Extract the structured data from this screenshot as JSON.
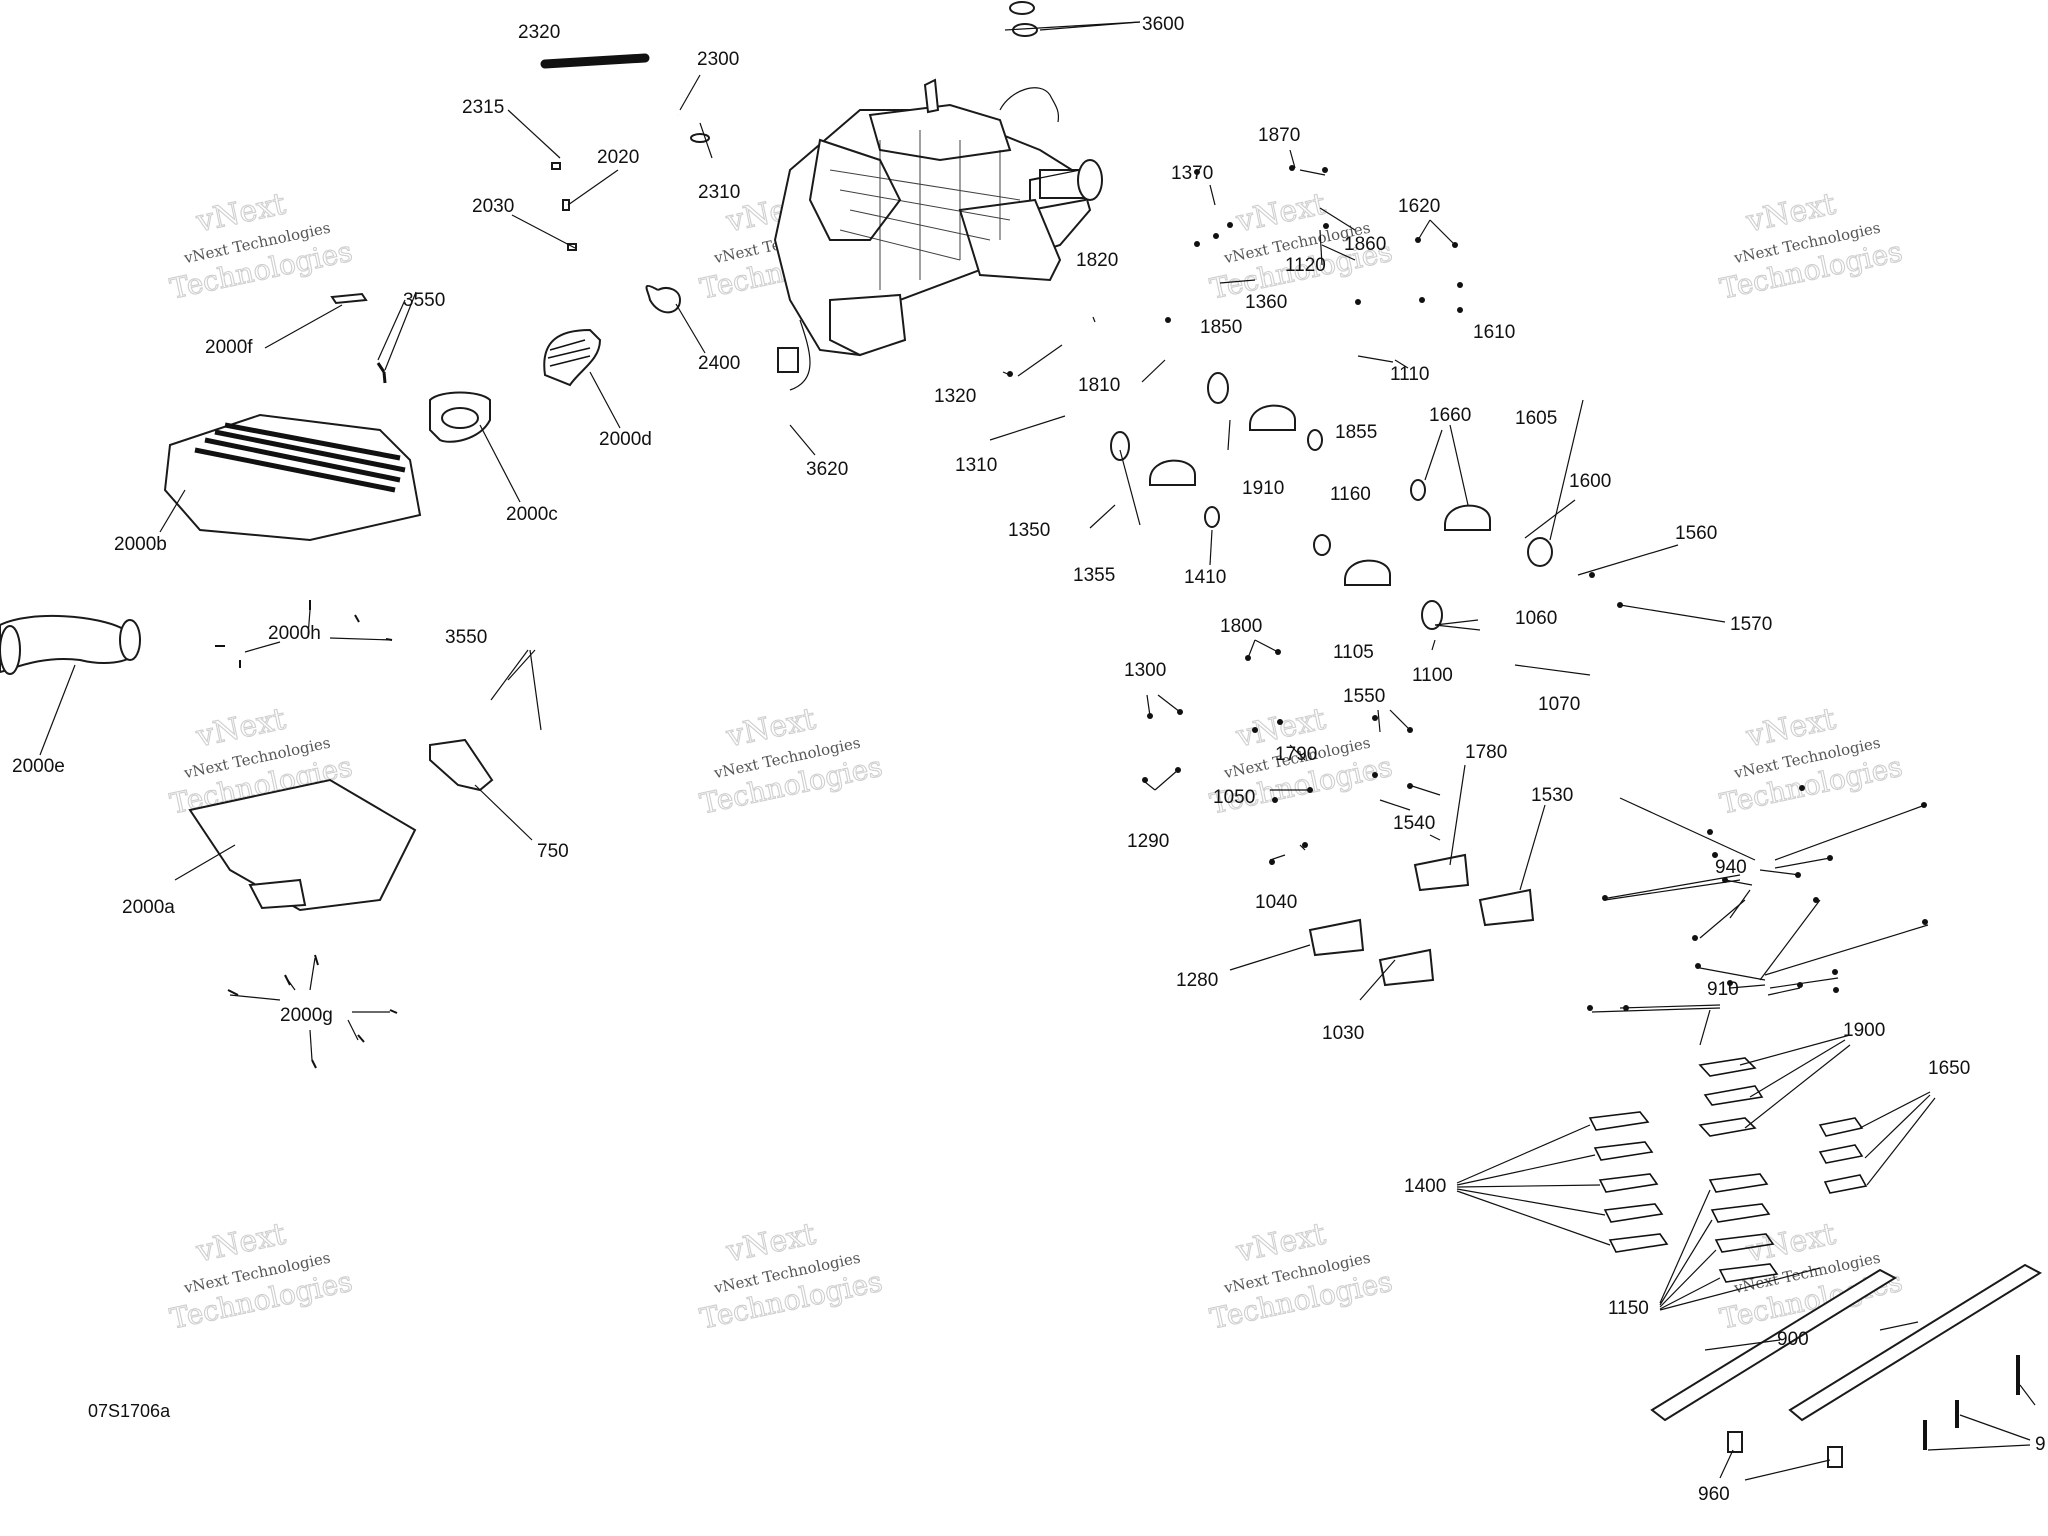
{
  "drawing_code": "07S1706a",
  "watermark": {
    "line1": "vNext Technologies",
    "line2": "Technologies",
    "line3": "vNext"
  },
  "labels": [
    "2320",
    "2300",
    "2315",
    "2310",
    "2020",
    "2030",
    "3600",
    "2400",
    "2000d",
    "2000f",
    "3550",
    "2000c",
    "2000b",
    "3620",
    "1320",
    "1310",
    "1810",
    "1820",
    "1370",
    "1870",
    "1860",
    "1360",
    "1120",
    "1620",
    "1610",
    "1110",
    "1850",
    "1855",
    "1350",
    "1355",
    "1410",
    "1910",
    "1660",
    "1605",
    "1160",
    "1600",
    "1560",
    "1105",
    "1570",
    "1060",
    "1100",
    "1070",
    "1800",
    "1300",
    "1550",
    "1790",
    "1050",
    "1540",
    "1290",
    "1780",
    "1530",
    "940",
    "1040",
    "1280",
    "1030",
    "910",
    "1900",
    "1650",
    "1400",
    "1150",
    "900",
    "960",
    "9",
    "2000e",
    "2000h",
    "750",
    "2000a",
    "2000g"
  ]
}
